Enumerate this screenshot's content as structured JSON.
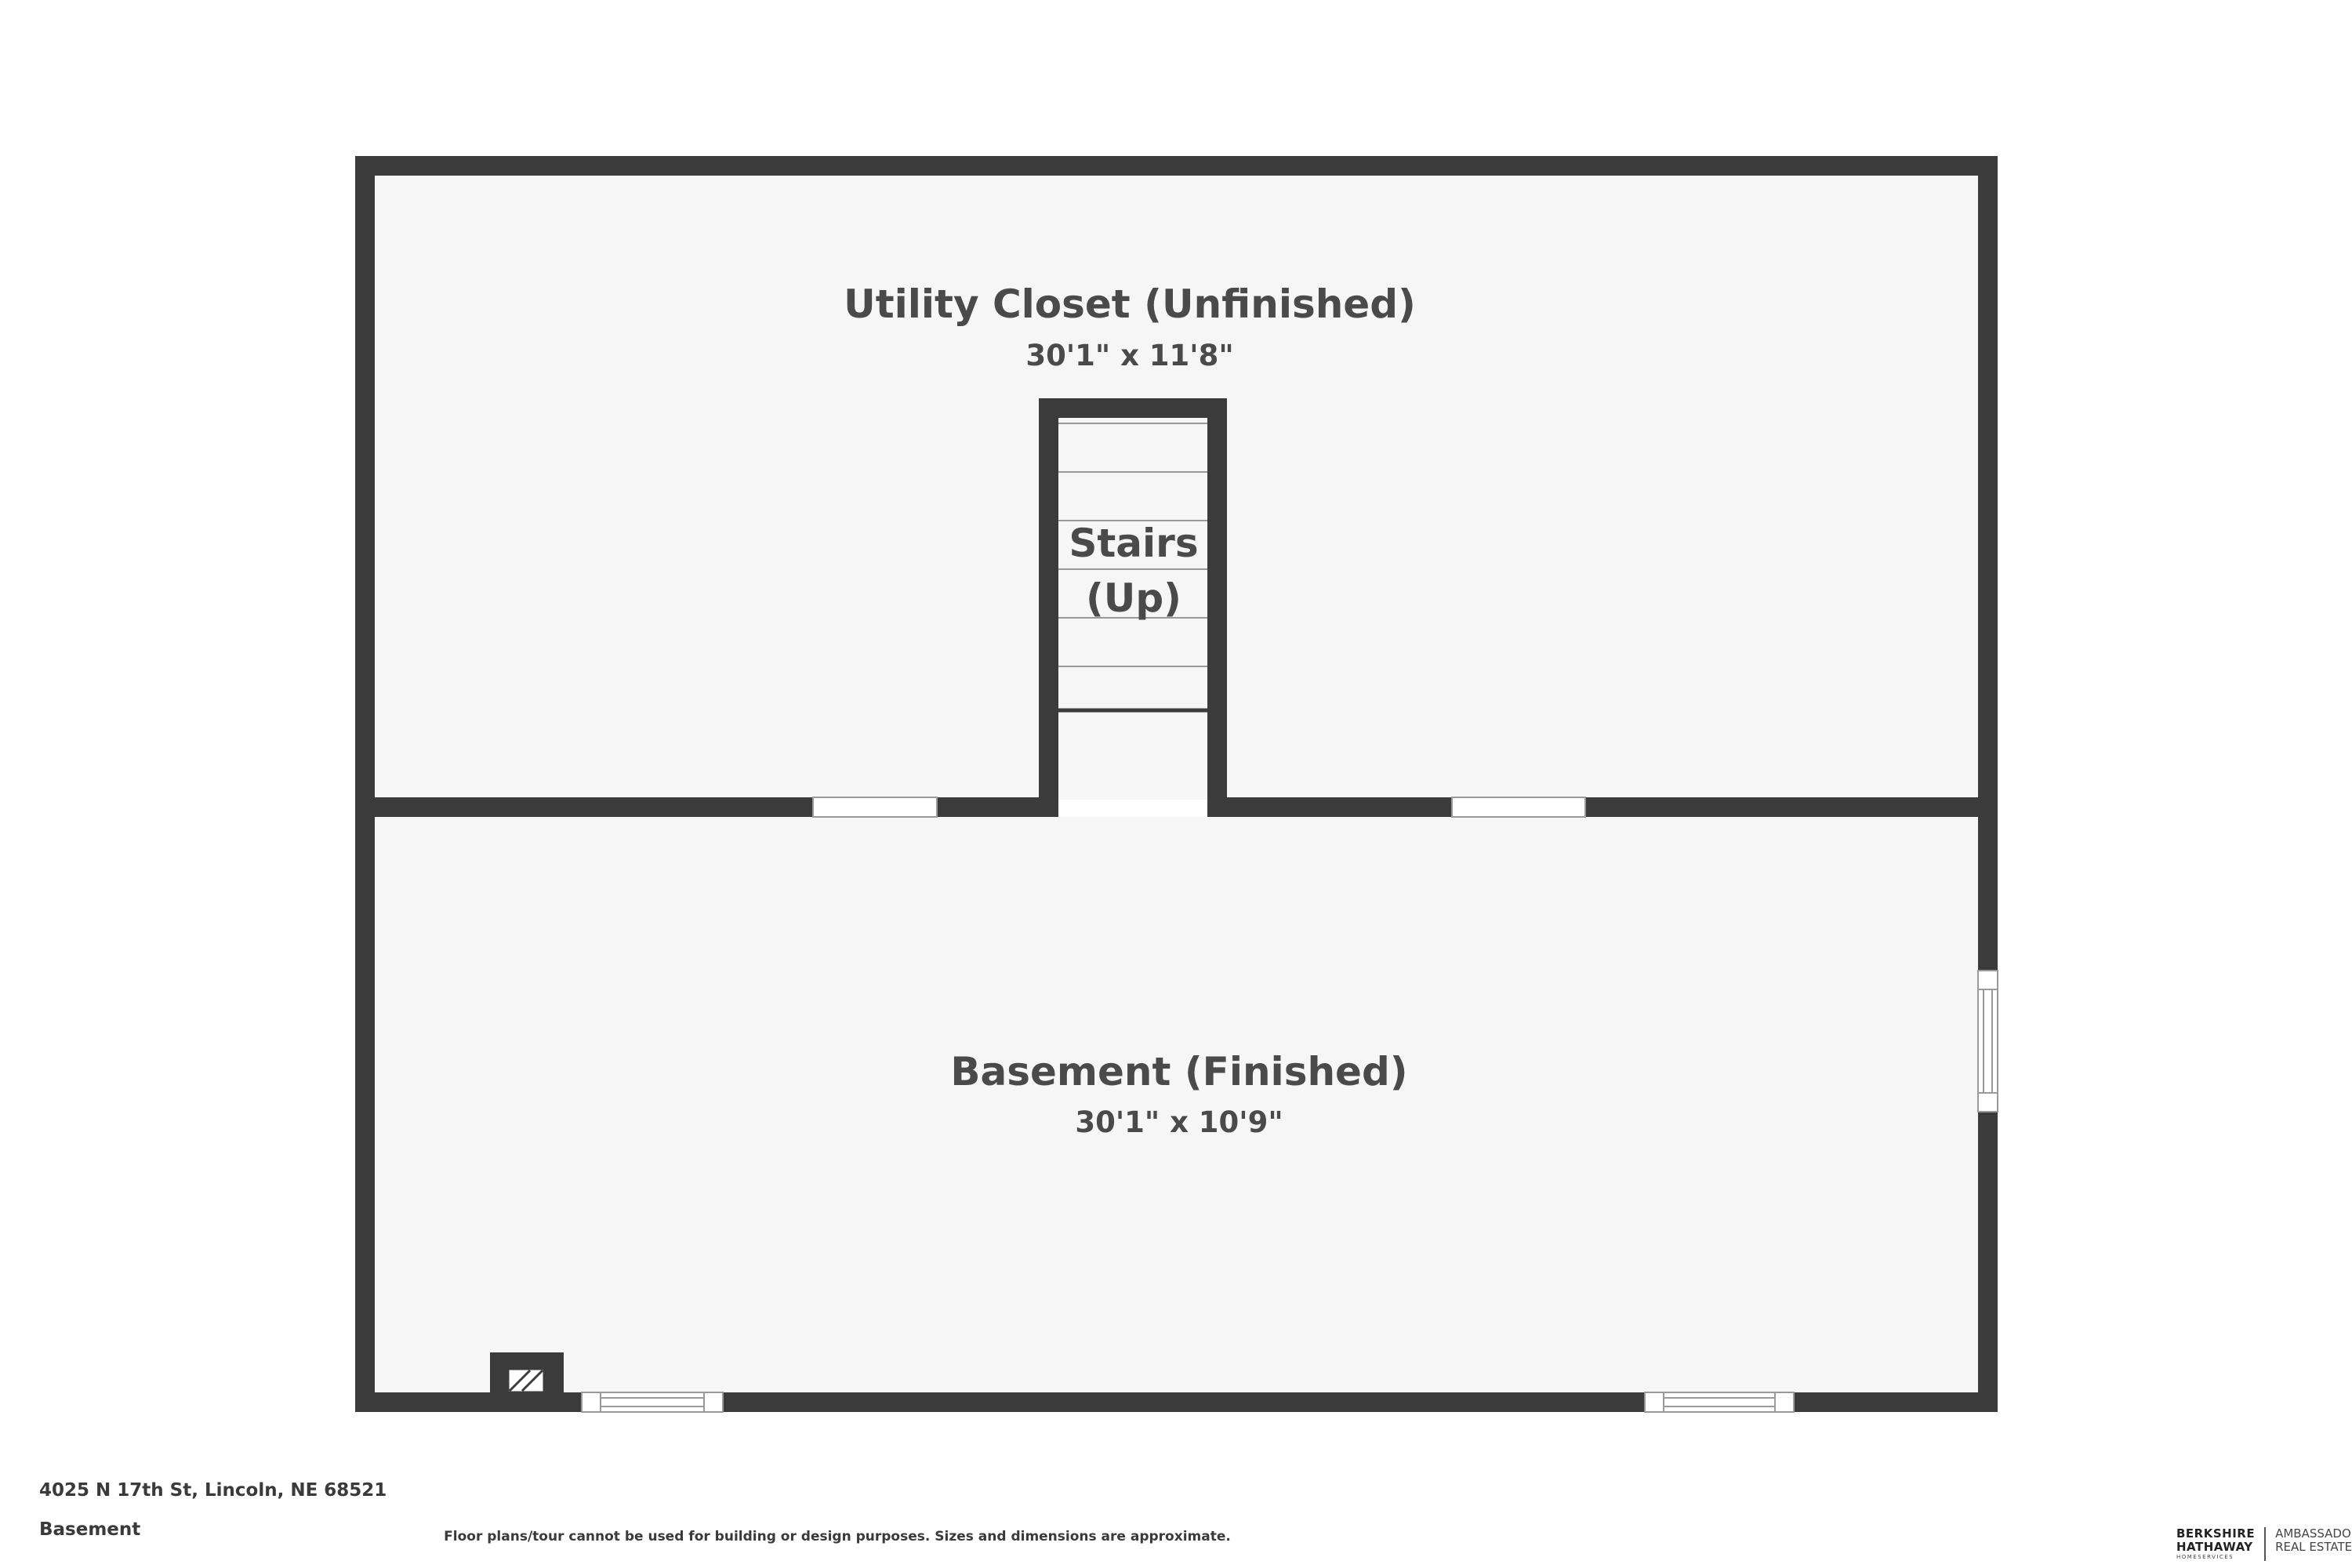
{
  "rooms": [
    {
      "name": "Utility Closet (Unfinished)",
      "dimensions": "30'1\" x 11'8\""
    },
    {
      "name": "Basement (Finished)",
      "dimensions": "30'1\" x 10'9\""
    }
  ],
  "stairs": {
    "line1": "Stairs",
    "line2": "(Up)"
  },
  "footer": {
    "address": "4025 N 17th St, Lincoln, NE 68521",
    "floor_name": "Basement",
    "disclaimer": "Floor plans/tour cannot be used for building or design purposes. Sizes and dimensions are approximate."
  },
  "logo": {
    "line1": "BERKSHIRE",
    "line2": "HATHAWAY",
    "line3": "HOMESERVICES",
    "right1": "AMBASSADOR",
    "right2": "REAL ESTATE"
  },
  "colors": {
    "wall": "#3b3b3b",
    "floor": "#f6f6f6",
    "text": "#4a4a4a"
  }
}
